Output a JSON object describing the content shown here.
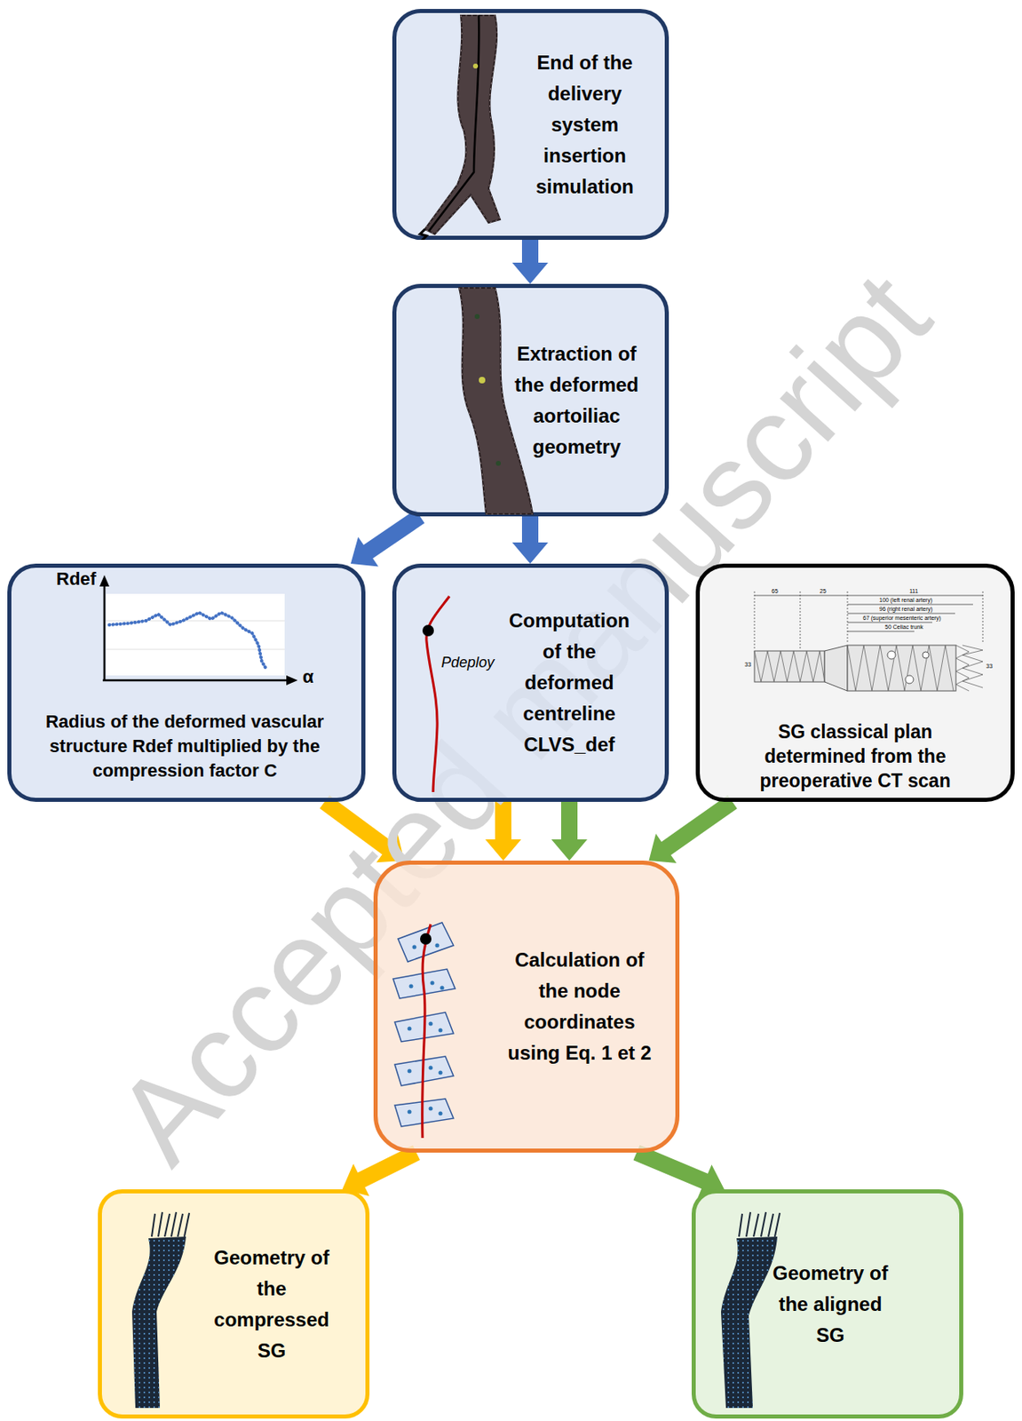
{
  "diagram": {
    "nodes": [
      {
        "text": [
          "End of the delivery system insertion simulation"
        ]
      },
      {
        "text": [
          "Extraction of the deformed aortoiliac geometry"
        ]
      },
      {
        "text": [
          "Radius of the deformed vascular structure Rdef multiplied by the compression factor C"
        ]
      },
      {
        "text": [
          "Computation of the deformed centreline CLVS_def"
        ]
      },
      {
        "text": [
          "SG classical plan determined from the preoperative CT scan"
        ]
      },
      {
        "text": [
          "Calculation of the node coordinates using Eq. 1 et 2"
        ]
      },
      {
        "text": [
          "Geometry of the compressed SG"
        ]
      },
      {
        "text": [
          "Geometry of the aligned SG"
        ]
      }
    ],
    "edges": [
      {
        "from": 0,
        "to": 1,
        "arrow": "to"
      },
      {
        "from": 1,
        "to": 2,
        "arrow": "to"
      },
      {
        "from": 1,
        "to": 3,
        "arrow": "to"
      },
      {
        "from": 2,
        "to": 5,
        "arrow": "to"
      },
      {
        "from": 3,
        "to": 5,
        "arrow": "to"
      },
      {
        "from": 3,
        "to": 5,
        "arrow": "to"
      },
      {
        "from": 4,
        "to": 5,
        "arrow": "to"
      },
      {
        "from": 5,
        "to": 6,
        "arrow": "to"
      },
      {
        "from": 5,
        "to": 7,
        "arrow": "to"
      }
    ],
    "labels": [
      "Rdef",
      "α",
      "Pdeploy",
      "65",
      "25",
      "111",
      "100 (left renal artery)",
      "96 (right renal artery)",
      "67 (superior mesenteric artery)",
      "50 Celiac trunk",
      "33",
      "33",
      "Accepted manuscript"
    ]
  }
}
